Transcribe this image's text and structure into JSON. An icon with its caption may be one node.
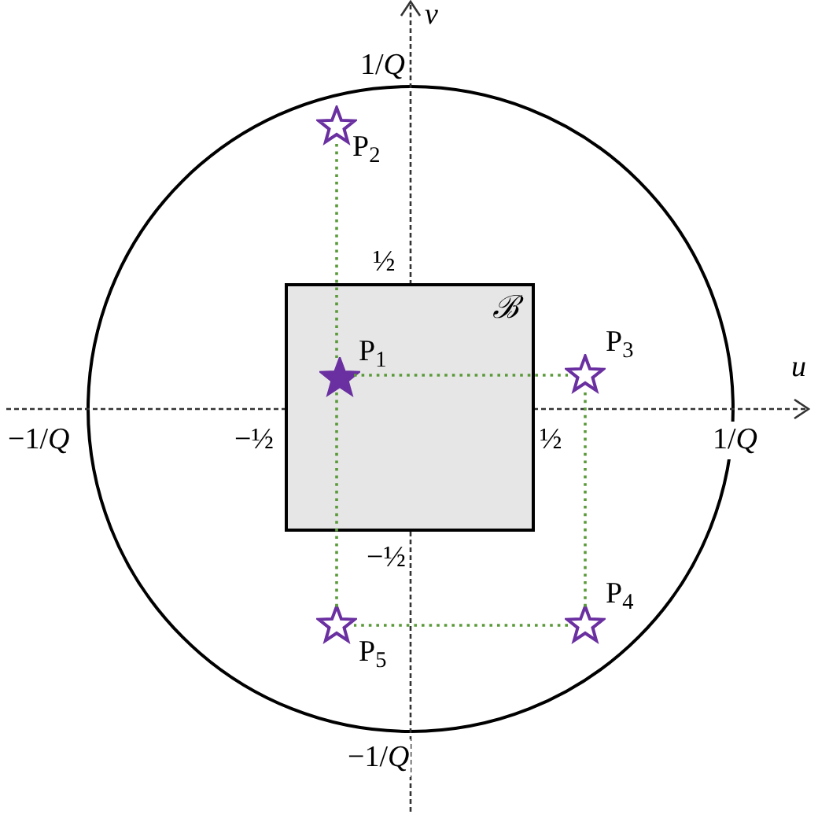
{
  "diagram": {
    "nodes": [
      {
        "text": [
          "ℬ"
        ]
      },
      {
        "text": [],
        "shape": "star",
        "beside": [
          "P$_{1}$"
        ],
        "in": 0
      },
      {
        "text": [],
        "shape": "star",
        "beside": [
          "P$_{2}$"
        ]
      },
      {
        "text": [],
        "shape": "star",
        "beside": [
          "P$_{3}$"
        ]
      },
      {
        "text": [],
        "shape": "star",
        "beside": [
          "P$_{4}$"
        ]
      },
      {
        "text": [],
        "shape": "star",
        "beside": [
          "P$_{5}$"
        ]
      }
    ],
    "edges": [
      {
        "from": 2,
        "to": 1,
        "arrow": "none",
        "style": "dashed"
      },
      {
        "from": 1,
        "to": 5,
        "arrow": "none",
        "style": "dashed"
      },
      {
        "from": 1,
        "to": 3,
        "arrow": "none",
        "style": "dashed"
      },
      {
        "from": 3,
        "to": 4,
        "arrow": "none",
        "style": "dashed"
      },
      {
        "from": 4,
        "to": 5,
        "arrow": "none",
        "style": "dashed"
      }
    ],
    "labels": [
      "*v*",
      "1/*Q*",
      "½",
      "*u*",
      "−1/*Q*",
      "−½",
      "½",
      "1/*Q*",
      "−½",
      "−1/*Q*"
    ]
  }
}
